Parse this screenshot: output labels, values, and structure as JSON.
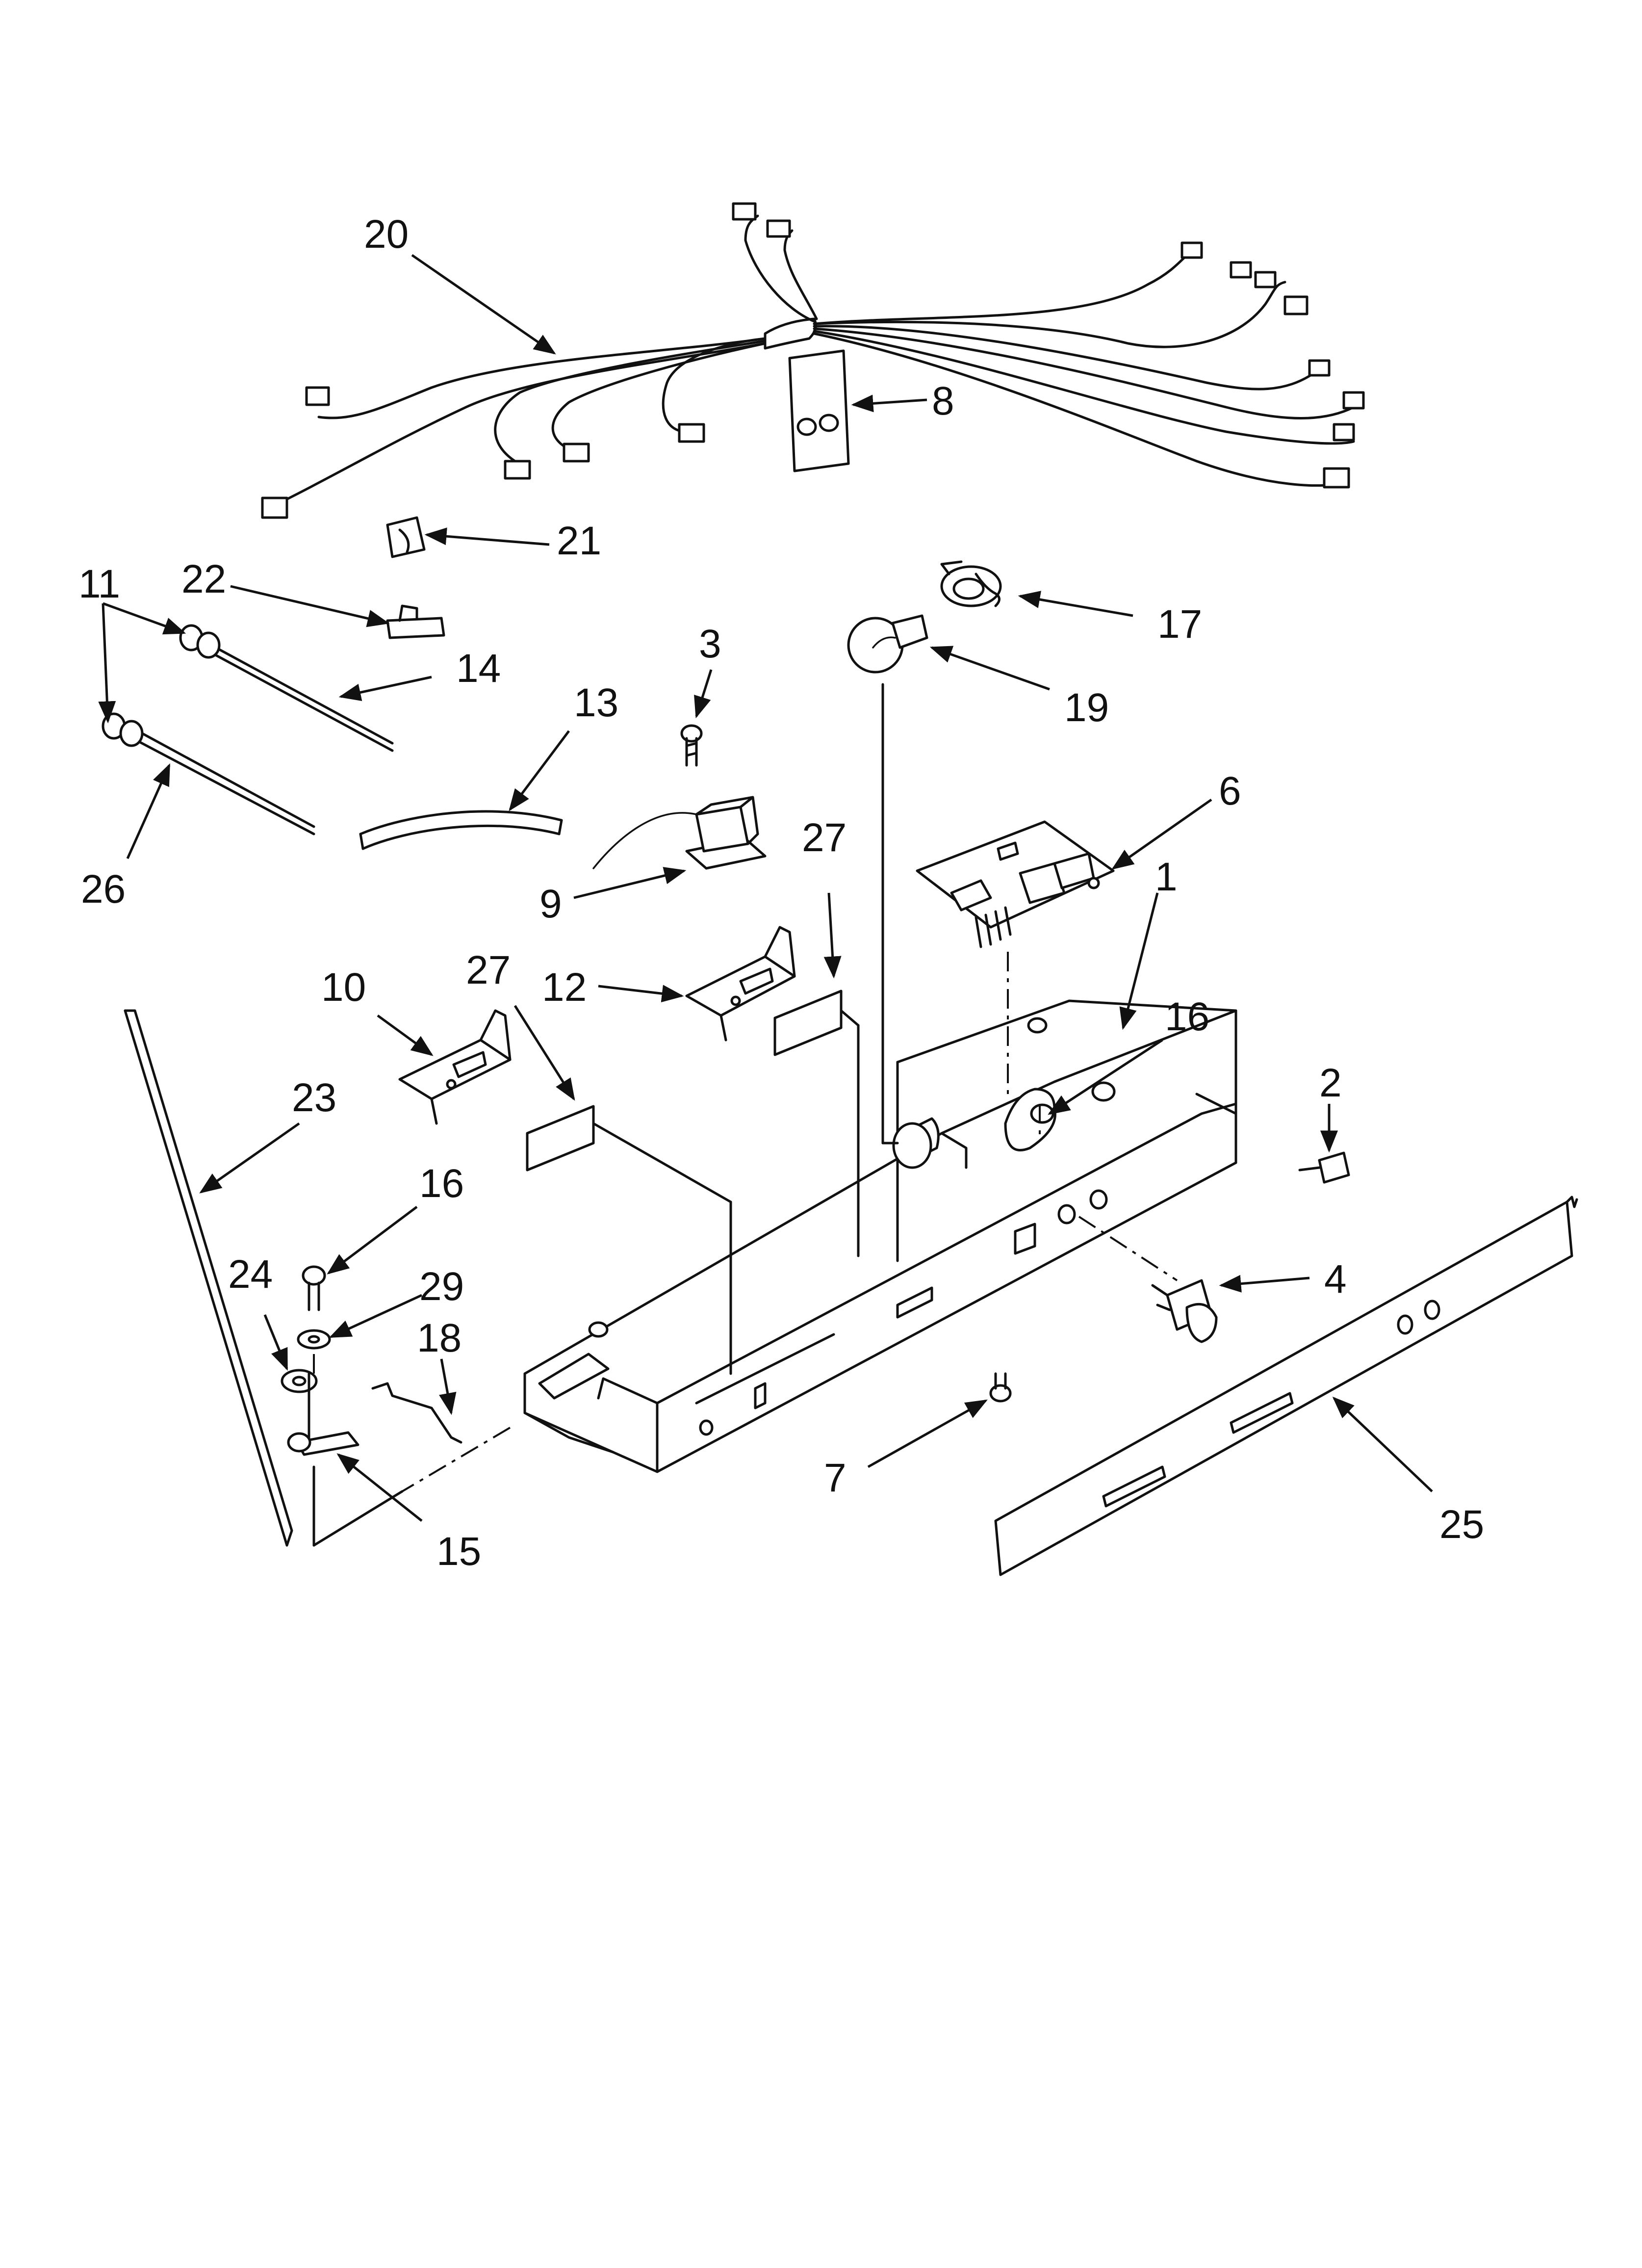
{
  "diagram": {
    "callouts": [
      {
        "id": "c20",
        "text": "20"
      },
      {
        "id": "c8",
        "text": "8"
      },
      {
        "id": "c21",
        "text": "21"
      },
      {
        "id": "c11",
        "text": "11"
      },
      {
        "id": "c22",
        "text": "22"
      },
      {
        "id": "c14",
        "text": "14"
      },
      {
        "id": "c3",
        "text": "3"
      },
      {
        "id": "c13",
        "text": "13"
      },
      {
        "id": "c17",
        "text": "17"
      },
      {
        "id": "c19",
        "text": "19"
      },
      {
        "id": "c26",
        "text": "26"
      },
      {
        "id": "c9",
        "text": "9"
      },
      {
        "id": "c27a",
        "text": "27"
      },
      {
        "id": "c6",
        "text": "6"
      },
      {
        "id": "c1",
        "text": "1"
      },
      {
        "id": "c10",
        "text": "10"
      },
      {
        "id": "c27b",
        "text": "27"
      },
      {
        "id": "c12",
        "text": "12"
      },
      {
        "id": "c16a",
        "text": "16"
      },
      {
        "id": "c23",
        "text": "23"
      },
      {
        "id": "c2",
        "text": "2"
      },
      {
        "id": "c16b",
        "text": "16"
      },
      {
        "id": "c29",
        "text": "29"
      },
      {
        "id": "c24",
        "text": "24"
      },
      {
        "id": "c18",
        "text": "18"
      },
      {
        "id": "c4",
        "text": "4"
      },
      {
        "id": "c7",
        "text": "7"
      },
      {
        "id": "c25",
        "text": "25"
      },
      {
        "id": "c15",
        "text": "15"
      }
    ]
  }
}
